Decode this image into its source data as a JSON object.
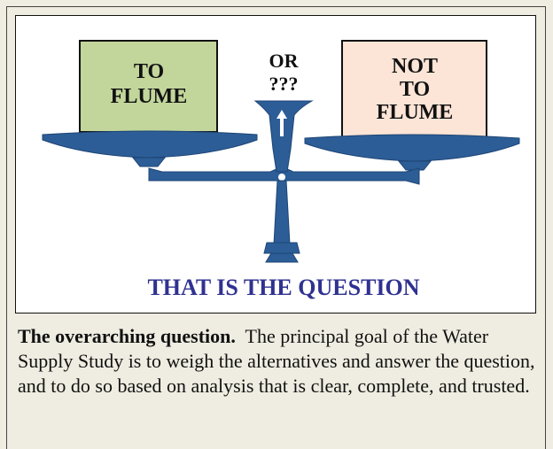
{
  "figure": {
    "left_box": [
      "TO",
      "FLUME"
    ],
    "center_label": [
      "OR",
      "???"
    ],
    "right_box": [
      "NOT",
      "TO",
      "FLUME"
    ],
    "bottom_text": "THAT IS THE QUESTION",
    "colors": {
      "left_box_fill": "#c2d69b",
      "right_box_fill": "#fce4d6",
      "scale_blue": "#2c5d97",
      "bottom_text": "#2f3291",
      "text_dark": "#111111"
    }
  },
  "caption": {
    "title": "The overarching question.",
    "body": "The principal goal of the Water Supply Study is to weigh the alternatives and answer the question, and to do so based on analysis that is clear, complete, and trusted."
  }
}
